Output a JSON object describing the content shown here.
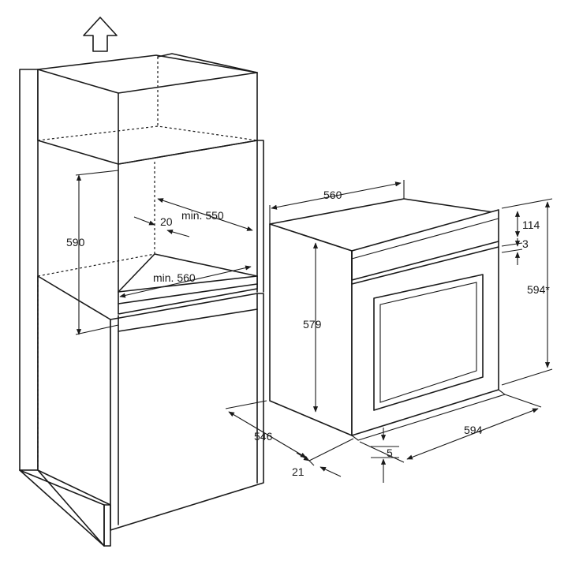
{
  "diagram": {
    "cabinet": {
      "height_opening": "590",
      "depth_min": "min. 550",
      "gap": "20",
      "width_min": "min. 560"
    },
    "oven": {
      "top_width": "560",
      "panel_height": "114",
      "panel_gap": "3",
      "total_height": "594*",
      "body_height": "579",
      "depth": "546",
      "front_width": "594",
      "bottom_offset": "5",
      "door_thickness": "21"
    },
    "icons": [
      "up-arrow-icon",
      "dimension-arrow-icon"
    ]
  }
}
